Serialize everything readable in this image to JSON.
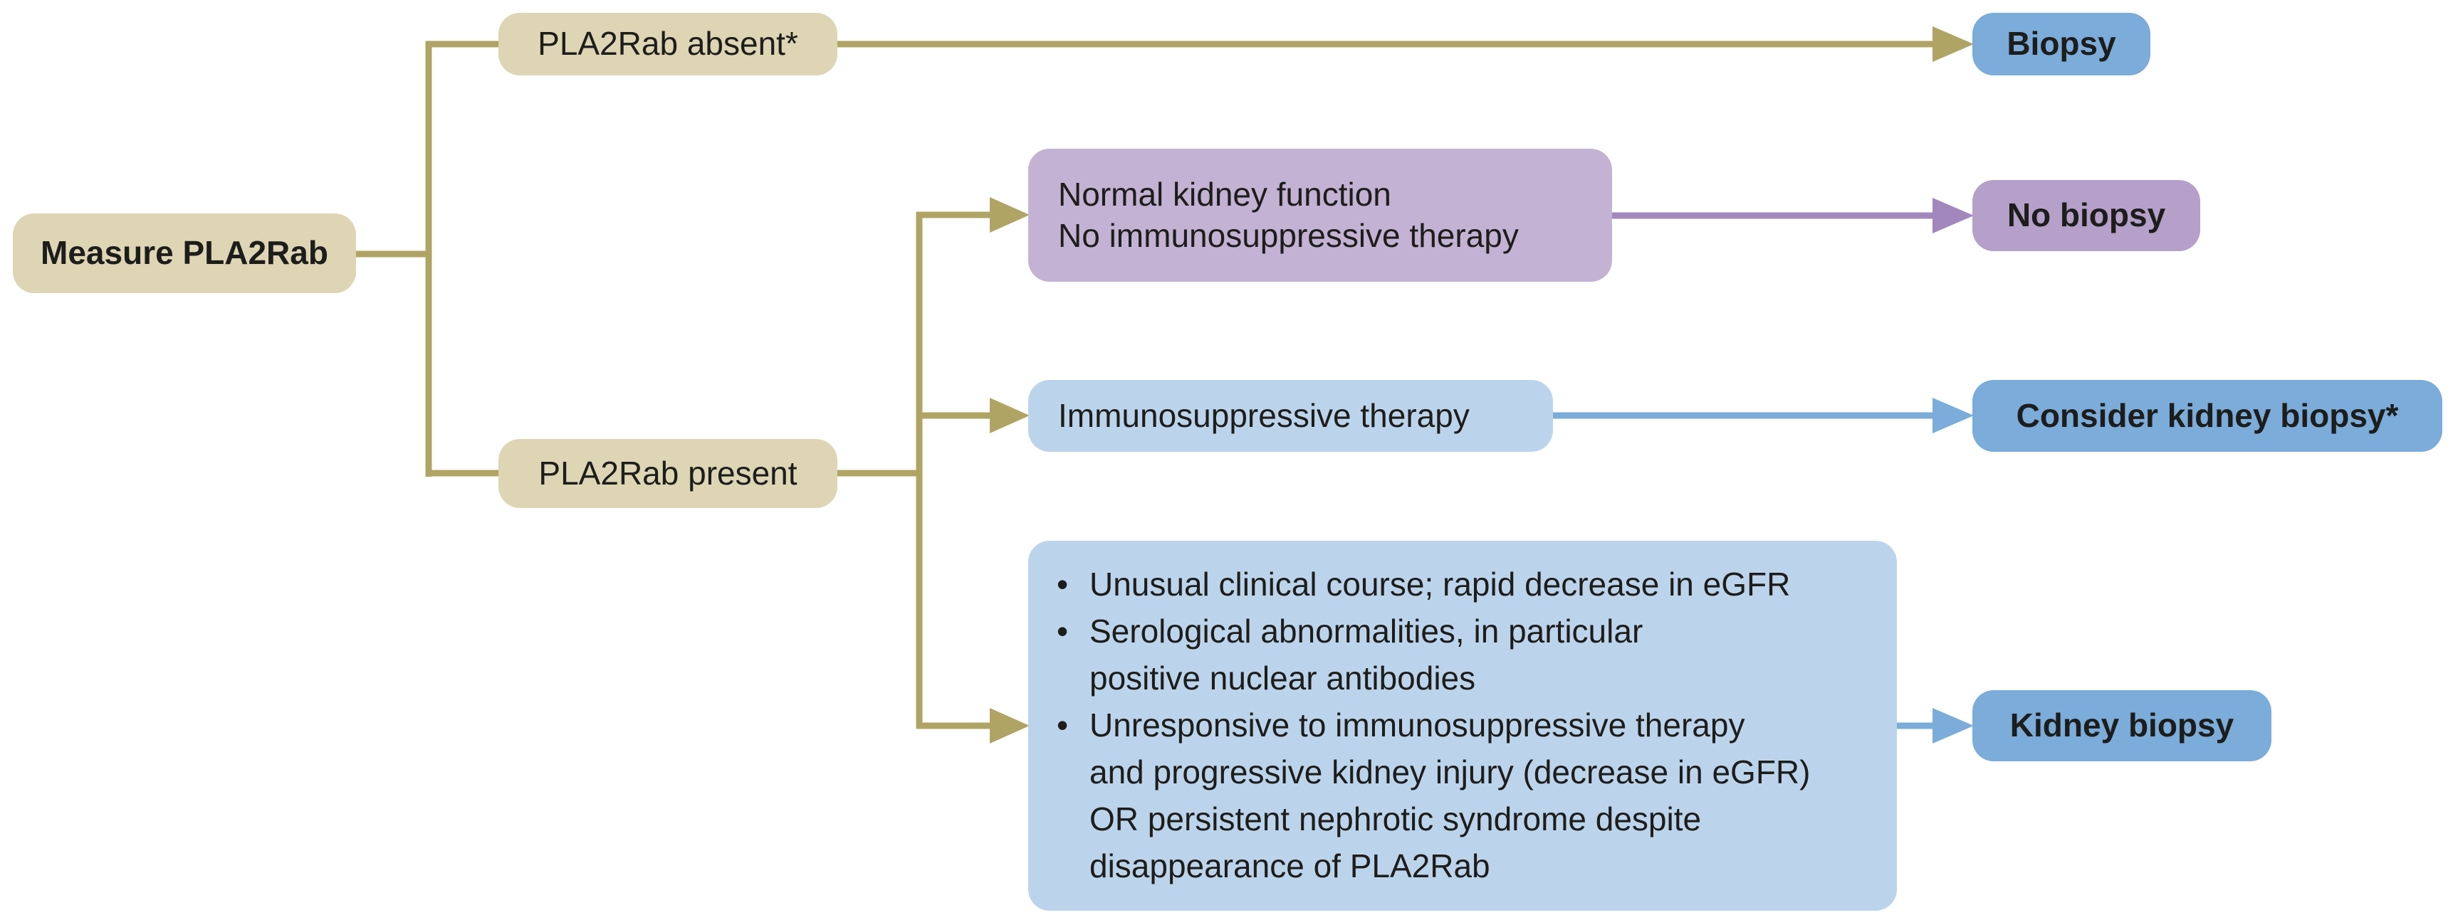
{
  "diagram": {
    "title": "PLA2Rab kidney biopsy decision flowchart",
    "colors": {
      "background": "#ffffff",
      "text": "#1d1d1b",
      "tan_fill": "#ddd5b4",
      "tan_line": "#b0a465",
      "purple_fill": "#c3b2d3",
      "purple_dark_fill": "#b4a0c9",
      "purple_line": "#a287bd",
      "blue_light_fill": "#bcd4eb",
      "blue_fill": "#7bacda",
      "blue_line": "#7bacda"
    },
    "bullet_char": "•",
    "nodes": {
      "measure": {
        "label": "Measure PLA2Rab"
      },
      "absent": {
        "label": "PLA2Rab absent*"
      },
      "present": {
        "label": "PLA2Rab present"
      },
      "normal": {
        "line1": "Normal kidney function",
        "line2": "No immunosuppressive therapy"
      },
      "immuno": {
        "label": "Immunosuppressive therapy"
      },
      "criteria": {
        "items": [
          {
            "bullet": true,
            "text": "Unusual clinical course; rapid decrease in eGFR"
          },
          {
            "bullet": true,
            "text": "Serological abnormalities, in particular"
          },
          {
            "bullet": false,
            "text": "positive nuclear antibodies"
          },
          {
            "bullet": true,
            "text": "Unresponsive to immunosuppressive therapy"
          },
          {
            "bullet": false,
            "text": "and progressive kidney injury (decrease in eGFR)"
          },
          {
            "bullet": false,
            "text": "OR persistent nephrotic syndrome despite"
          },
          {
            "bullet": false,
            "text": "disappearance of PLA2Rab"
          }
        ]
      },
      "biopsy": {
        "label": "Biopsy"
      },
      "no_biopsy": {
        "label": "No biopsy"
      },
      "consider_biopsy": {
        "label": "Consider kidney biopsy*"
      },
      "kidney_biopsy": {
        "label": "Kidney biopsy"
      }
    }
  }
}
